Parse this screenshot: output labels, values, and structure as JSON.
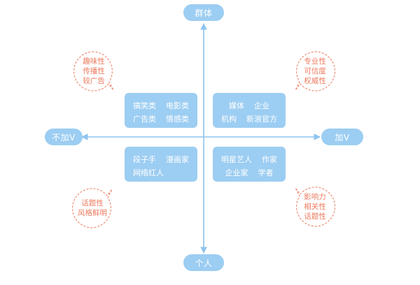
{
  "axes": {
    "top_label": "群体",
    "bottom_label": "个人",
    "left_label": "不加V",
    "right_label": "加V"
  },
  "quadrants": {
    "top_left": {
      "row1": [
        "搞笑类",
        "电影类"
      ],
      "row2": [
        "广告类",
        "情感类"
      ]
    },
    "top_right": {
      "row1": [
        "媒体",
        "企业"
      ],
      "row2": [
        "机构",
        "新浪官方"
      ]
    },
    "bottom_left": {
      "row1": [
        "段子手",
        "漫画家"
      ],
      "row2": [
        "网络红人"
      ]
    },
    "bottom_right": {
      "row1": [
        "明星艺人",
        "作家"
      ],
      "row2": [
        "企业家",
        "学者"
      ]
    }
  },
  "bubbles": {
    "top_left": [
      "趣味性",
      "传播性",
      "较广告"
    ],
    "top_right": [
      "专业性",
      "可信度",
      "权威性"
    ],
    "bottom_left": [
      "话题性",
      "风格鲜明"
    ],
    "bottom_right": [
      "影响力",
      "相关性",
      "话题性"
    ]
  },
  "colors": {
    "box": "#9ccdf2",
    "axis": "#9ccdf2",
    "bubble_text": "#ec7a5e",
    "bubble_border": "#ec7a5e"
  }
}
